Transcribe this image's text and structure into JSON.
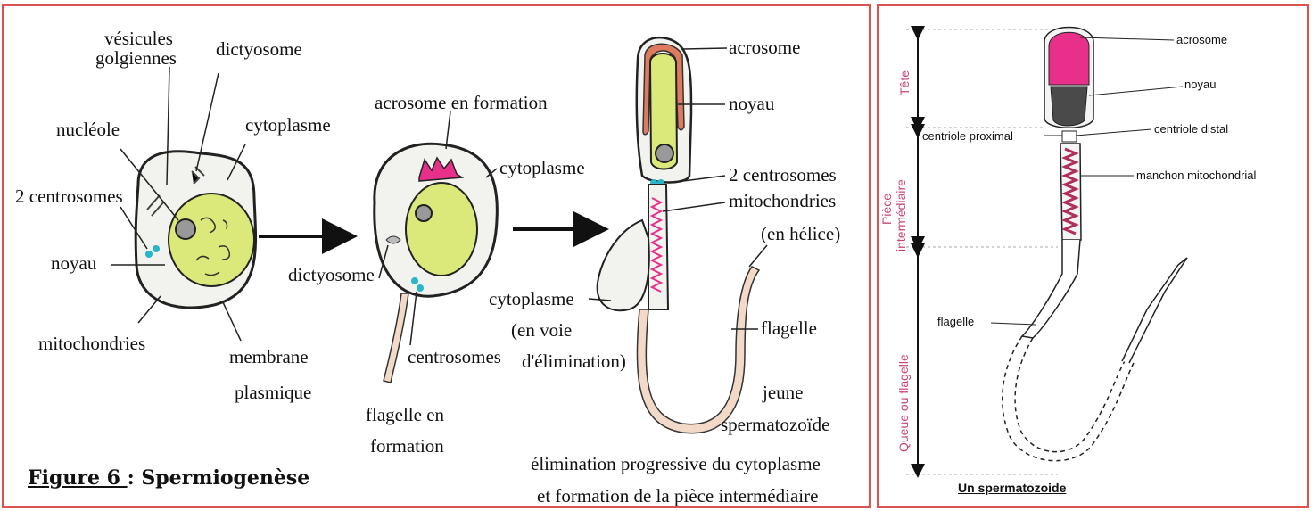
{
  "left_panel": {
    "caption_label": "Figure 6 ",
    "caption_title": ": Spermiogenèse",
    "cell1": {
      "vesicules": "vésicules",
      "golgiennes": "golgiennes",
      "dictyosome": "dictyosome",
      "nucleole": "nucléole",
      "cytoplasme": "cytoplasme",
      "centrosomes": "2 centrosomes",
      "noyau": "noyau",
      "mitochondries": "mitochondries",
      "membrane": "membrane",
      "plasmique": "plasmique"
    },
    "cell2": {
      "acrosome": "acrosome en formation",
      "cytoplasme": "cytoplasme",
      "dictyosome": "dictyosome",
      "centrosomes": "centrosomes",
      "flagelle1": "flagelle en",
      "flagelle2": "formation"
    },
    "cell3": {
      "acrosome": "acrosome",
      "noyau": "noyau",
      "centrosomes": "2 centrosomes",
      "mitochondries": "mitochondries",
      "helice": "(en hélice)",
      "cytoplasme1": "cytoplasme",
      "cytoplasme2": "(en voie",
      "cytoplasme3": "d'élimination)",
      "flagelle": "flagelle",
      "jeune1": "jeune",
      "jeune2": "spermatozoïde",
      "elim1": "élimination progressive du cytoplasme",
      "elim2": "et  formation de la pièce intermédiaire"
    }
  },
  "right_panel": {
    "caption": "Un spermatozoide",
    "regions": {
      "tete": "Tête",
      "piece1": "Pièce",
      "piece2": "intermédiaire",
      "queue": "Queue ou flagelle"
    },
    "labels": {
      "acrosome": "acrosome",
      "noyau": "noyau",
      "centriole_proximal": "centriole proximal",
      "centriole_distal": "centriole distal",
      "manchon": "manchon  mitochondrial",
      "flagelle": "flagelle"
    }
  },
  "colors": {
    "border": "#d9534f",
    "nucleus": "#dbe87a",
    "acrosome_pink": "#e8308a",
    "centrosome": "#2bb5c9"
  }
}
